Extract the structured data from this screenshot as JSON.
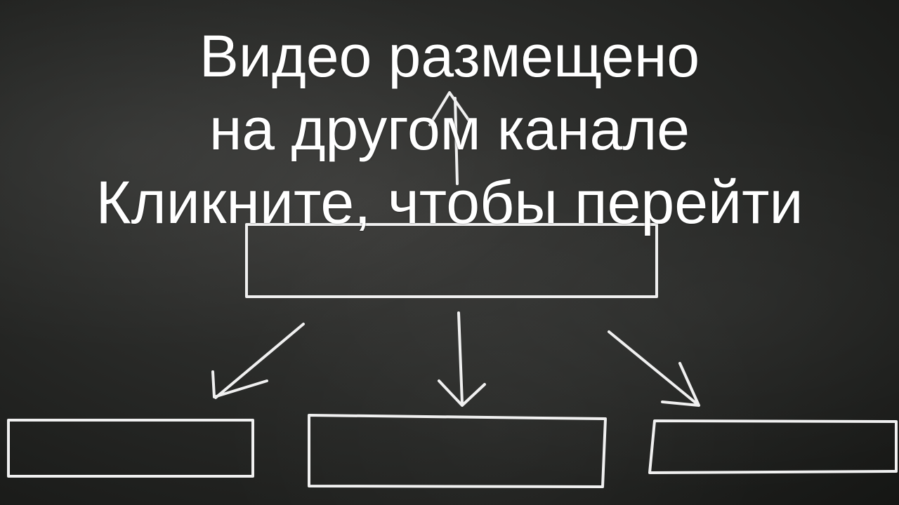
{
  "overlay": {
    "line1": "Видео размещено",
    "line2": "на другом канале",
    "line3": "Кликните, чтобы перейти"
  },
  "background": {
    "description": "chalkboard-flowchart",
    "colors": {
      "board": "#2a2b29",
      "chalk": "#f2f2f2",
      "text": "#ffffff"
    }
  }
}
